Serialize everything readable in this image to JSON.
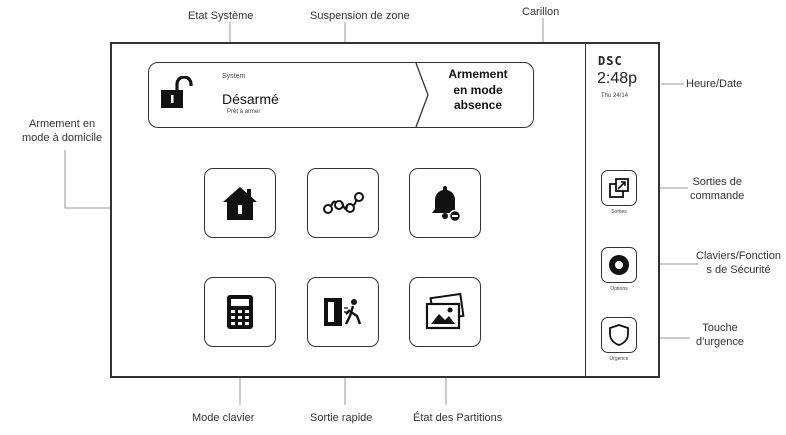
{
  "annotations": {
    "etat_systeme": "Etat Système",
    "suspension_zone": "Suspension de zone",
    "carillon": "Carillon",
    "armement_domicile_1": "Armement en",
    "armement_domicile_2": "mode à domicile",
    "heure_date": "Heure/Date",
    "sorties_commande_1": "Sorties de",
    "sorties_commande_2": "commande",
    "claviers_securite_1": "Claviers/Fonction",
    "claviers_securite_2": "s de Sécurité",
    "touche_urgence_1": "Touche",
    "touche_urgence_2": "d'urgence",
    "mode_clavier": "Mode clavier",
    "sortie_rapide": "Sortie rapide",
    "etat_partitions": "État des Partitions"
  },
  "status": {
    "system_label": "System",
    "state": "Désarmé",
    "sub": "Prêt à armer",
    "action_line1": "Armement",
    "action_line2": "en mode",
    "action_line3": "absence"
  },
  "sidebar": {
    "logo": "DSC",
    "time": "2:48p",
    "date": "Thu 24/14",
    "outputs_caption": "Sorties",
    "options_caption": "Options",
    "emergency_caption": "Urgence"
  },
  "icons": {
    "stay": "home-icon",
    "bypass": "zone-bypass-icon",
    "chime": "bell-icon",
    "keypad": "keypad-icon",
    "quick_exit": "exit-door-icon",
    "partitions": "photos-icon",
    "outputs": "output-icon",
    "options": "options-icon",
    "emergency": "shield-icon",
    "lock": "unlocked-padlock-icon"
  },
  "colors": {
    "ink": "#222222",
    "line": "#9a9a9a"
  }
}
